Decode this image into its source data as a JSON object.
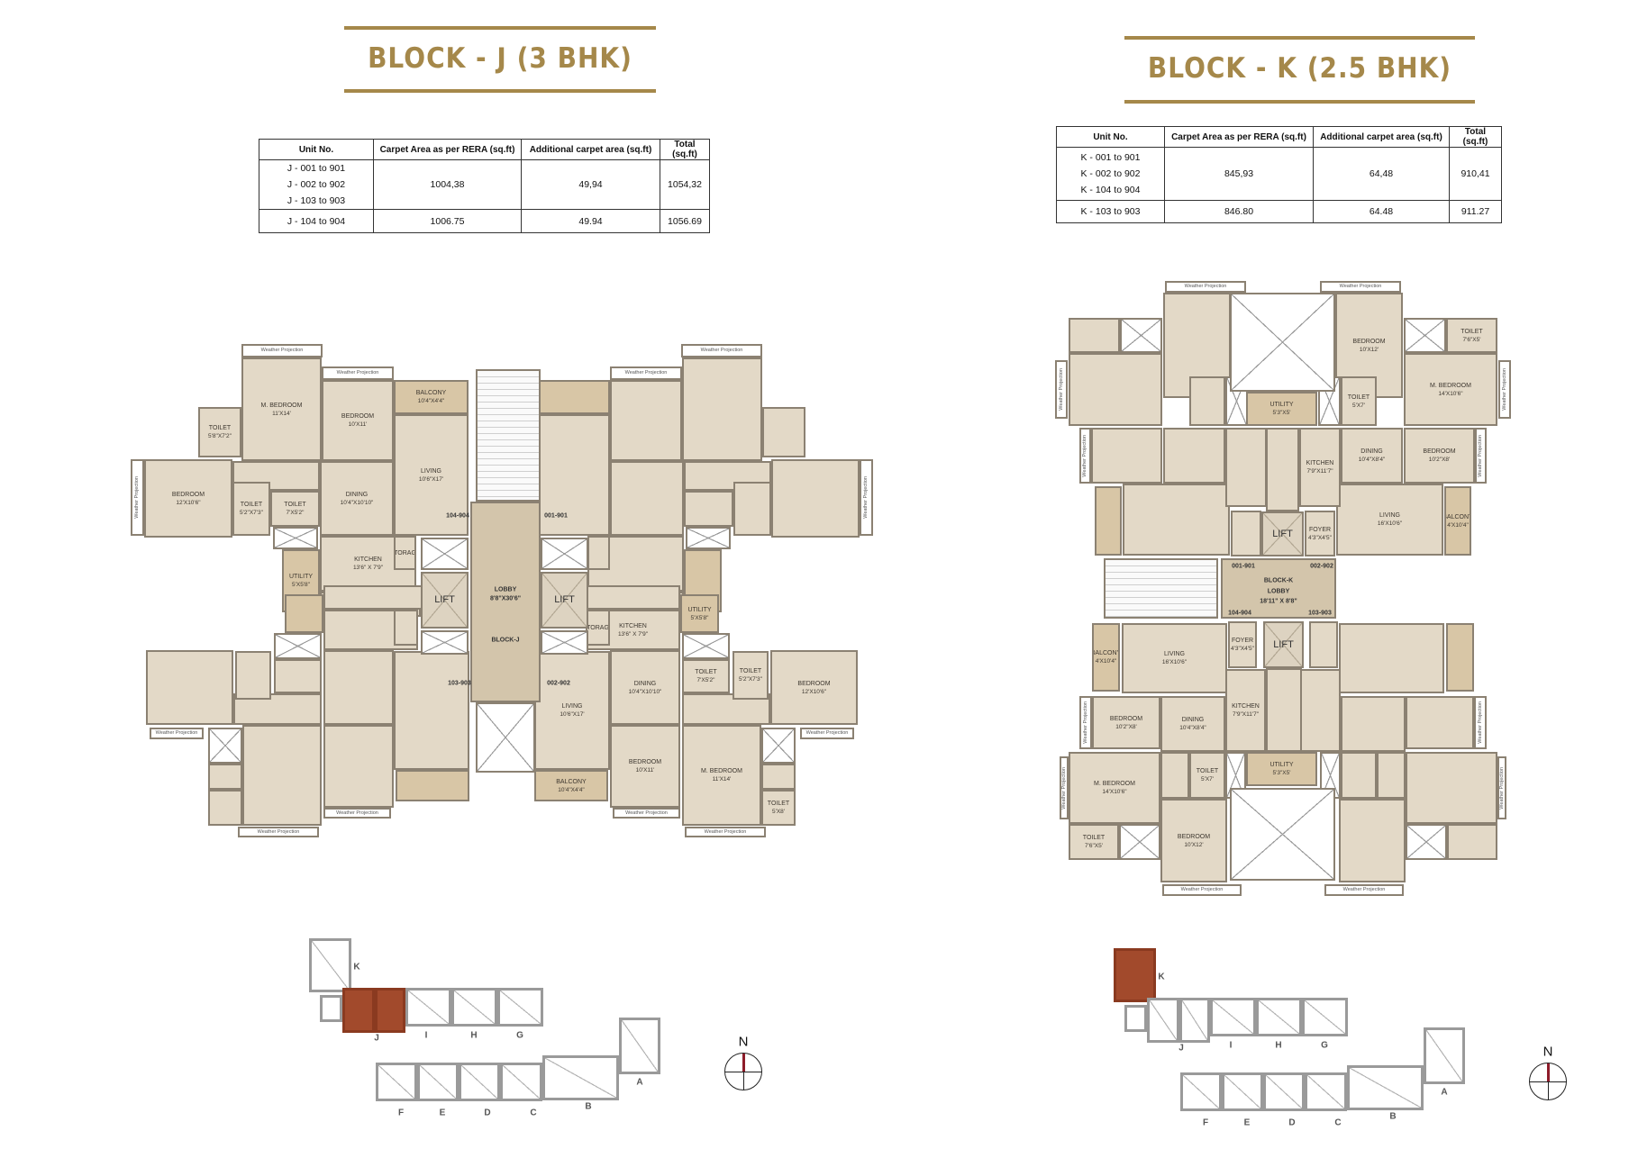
{
  "block_j": {
    "title": "BLOCK - J (3 BHK)",
    "table": {
      "headers": [
        "Unit No.",
        "Carpet Area as per RERA (sq.ft)",
        "Additional carpet area (sq.ft)",
        "Total (sq.ft)"
      ],
      "rows": [
        {
          "units": [
            "J - 001 to 901",
            "J - 002 to 902",
            "J - 103 to 903"
          ],
          "carpet": "1004,38",
          "additional": "49,94",
          "total": "1054,32"
        },
        {
          "units": [
            "J - 104 to 904"
          ],
          "carpet": "1006.75",
          "additional": "49.94",
          "total": "1056.69"
        }
      ]
    },
    "plan": {
      "labels": {
        "wp": "Weather Projection",
        "m_bedroom": {
          "name": "M. BEDROOM",
          "size": "11'X14'"
        },
        "bedroom_10x11": {
          "name": "BEDROOM",
          "size": "10'X11'"
        },
        "bedroom_12x10": {
          "name": "BEDROOM",
          "size": "12'X10'6\""
        },
        "balcony": {
          "name": "BALCONY",
          "size": "10'4\"X4'4\""
        },
        "living": {
          "name": "LIVING",
          "size": "10'6\"X17'"
        },
        "dining": {
          "name": "DINING",
          "size": "10'4\"X10'10\""
        },
        "kitchen": {
          "name": "KITCHEN",
          "size": "13'6\" X 7'9\""
        },
        "storage": {
          "name": "STORAGE"
        },
        "utility": {
          "name": "UTILITY",
          "size": "5'X5'8\""
        },
        "toilet_a": {
          "name": "TOILET",
          "size": "5'8\"X7'2\""
        },
        "toilet_b": {
          "name": "TOILET",
          "size": "5'2\"X7'3\""
        },
        "toilet_c": {
          "name": "TOILET",
          "size": "7'X5'2\""
        },
        "toilet_d": {
          "name": "TOILET",
          "size": "5'X8'"
        },
        "lift": {
          "name": "LIFT"
        },
        "lobby": {
          "name": "LOBBY",
          "size": "8'8\"X30'6\""
        },
        "block": "BLOCK-J"
      },
      "units": {
        "u104": "104-904",
        "u001": "001-901",
        "u103": "103-903",
        "u002": "002-902"
      }
    },
    "key_plan": {
      "highlighted": "J",
      "highlight_color": "#a24a2c",
      "compass": "N"
    }
  },
  "block_k": {
    "title": "BLOCK - K (2.5 BHK)",
    "table": {
      "headers": [
        "Unit No.",
        "Carpet Area as per RERA (sq.ft)",
        "Additional carpet area (sq.ft)",
        "Total (sq.ft)"
      ],
      "rows": [
        {
          "units": [
            "K - 001 to 901",
            "K - 002 to 902",
            "K - 104 to 904"
          ],
          "carpet": "845,93",
          "additional": "64,48",
          "total": "910,41"
        },
        {
          "units": [
            "K - 103 to 903"
          ],
          "carpet": "846.80",
          "additional": "64.48",
          "total": "911.27"
        }
      ]
    },
    "plan": {
      "labels": {
        "wp": "Weather Projection",
        "bedroom_10x12": {
          "name": "BEDROOM",
          "size": "10'X12'"
        },
        "toilet_a": {
          "name": "TOILET",
          "size": "7'6\"X5'"
        },
        "toilet_b": {
          "name": "TOILET",
          "size": "5'X7'"
        },
        "m_bedroom": {
          "name": "M. BEDROOM",
          "size": "14'X10'6\""
        },
        "utility": {
          "name": "UTILITY",
          "size": "5'3\"X5'"
        },
        "kitchen": {
          "name": "KITCHEN",
          "size": "7'9\"X11'7\""
        },
        "dining": {
          "name": "DINING",
          "size": "10'4\"X8'4\""
        },
        "bedroom_10x8": {
          "name": "BEDROOM",
          "size": "10'2\"X8'"
        },
        "living": {
          "name": "LIVING",
          "size": "16'X10'6\""
        },
        "balcony": {
          "name": "BALCONY",
          "size": "4'X10'4\""
        },
        "foyer": {
          "name": "FOYER",
          "size": "4'3\"X4'5\""
        },
        "lift": {
          "name": "LIFT"
        },
        "lobby_block": "BLOCK-K",
        "lobby": {
          "name": "LOBBY",
          "size": "18'11\" X 8'8\""
        }
      },
      "units": {
        "u001": "001-901",
        "u002": "002-902",
        "u104": "104-904",
        "u103": "103-903"
      }
    },
    "key_plan": {
      "highlighted": "K",
      "highlight_color": "#a24a2c",
      "compass": "N"
    }
  },
  "key_plan_labels": [
    "K",
    "J",
    "I",
    "H",
    "G",
    "F",
    "E",
    "D",
    "C",
    "B",
    "A"
  ]
}
